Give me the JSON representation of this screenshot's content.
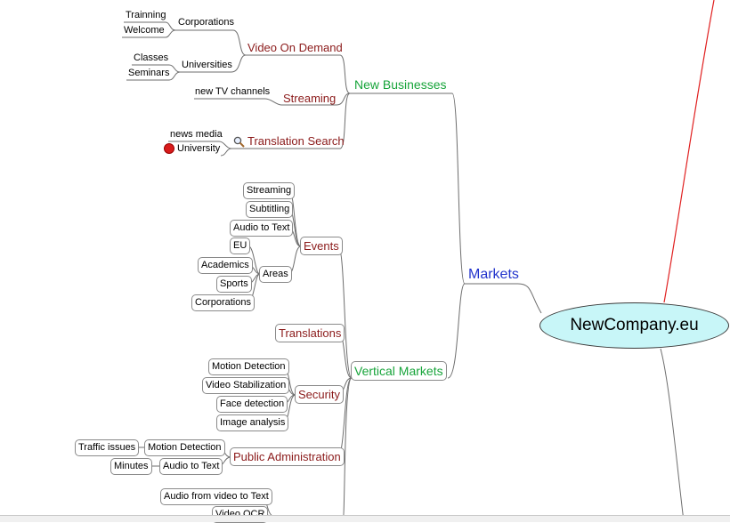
{
  "center": {
    "label": "NewCompany.eu"
  },
  "markets": {
    "label": "Markets"
  },
  "new_businesses": {
    "label": "New Businesses",
    "video_on_demand": {
      "label": "Video On Demand",
      "corporations": {
        "label": "Corporations",
        "children": [
          "Trainning",
          "Welcome"
        ]
      },
      "universities": {
        "label": "Universities",
        "children": [
          "Classes",
          "Seminars"
        ]
      }
    },
    "streaming": {
      "label": "Streaming",
      "children": [
        "new TV channels"
      ]
    },
    "translation_search": {
      "label": "Translation Search",
      "children": [
        "news media",
        "University"
      ]
    }
  },
  "vertical_markets": {
    "label": "Vertical Markets",
    "events": {
      "label": "Events",
      "children": [
        "Streaming",
        "Subtitling",
        "Audio to Text"
      ],
      "areas": {
        "label": "Areas",
        "children": [
          "EU",
          "Academics",
          "Sports",
          "Corporations"
        ]
      }
    },
    "translations": {
      "label": "Translations"
    },
    "security": {
      "label": "Security",
      "children": [
        "Motion Detection",
        "Video Stabilization",
        "Face detection",
        "Image analysis"
      ]
    },
    "public_administration": {
      "label": "Public Administration",
      "motion_detection": {
        "label": "Motion Detection",
        "children": [
          "Traffic issues"
        ]
      },
      "audio_to_text": {
        "label": "Audio to Text",
        "children": [
          "Minutes"
        ]
      }
    },
    "partial": {
      "children": [
        "Audio from video to Text",
        "Video OCR"
      ]
    }
  },
  "colors": {
    "level1": "#2233cc",
    "level2": "#17a43a",
    "level3": "#8b1a1a",
    "center_fill": "#c8f6f8",
    "right_branch": "#e02020"
  },
  "icons": {
    "translation_search": "magnifier-icon",
    "university": "stop-icon"
  }
}
